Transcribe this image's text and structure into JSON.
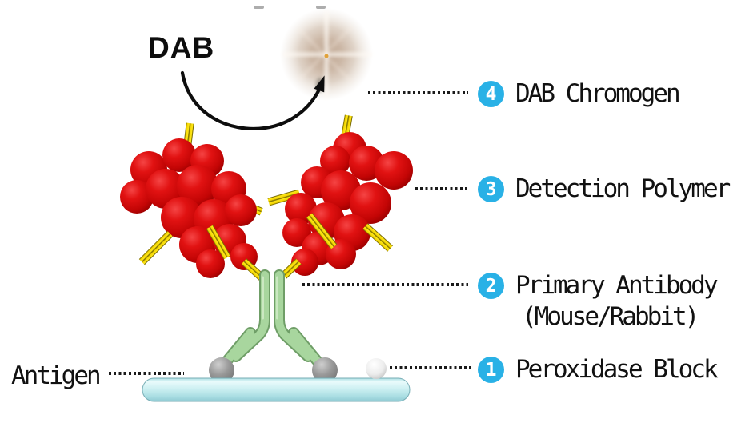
{
  "figure": {
    "dab_label": "DAB",
    "antigen_label": "Antigen"
  },
  "callouts": [
    {
      "number": "4",
      "label": "DAB Chromogen"
    },
    {
      "number": "3",
      "label": "Detection Polymer"
    },
    {
      "number": "2",
      "label": "Primary Antibody",
      "label_line2": "(Mouse/Rabbit)"
    },
    {
      "number": "1",
      "label": "Peroxidase Block"
    }
  ],
  "colors": {
    "accent_badge": "#29b1e6",
    "text": "#111111",
    "background": "#ffffff",
    "red_polymer": "#d40a0a",
    "yellow_linker": "#f2d400",
    "green_antibody": "#a8d69e",
    "cyan_antigen_bar": "#cdf0f2",
    "gray_epitope": "#8f8f8f",
    "white_block_sphere": "#ececec",
    "brown_chromogen": "#a48061",
    "arrow_black": "#0d0d0d"
  }
}
